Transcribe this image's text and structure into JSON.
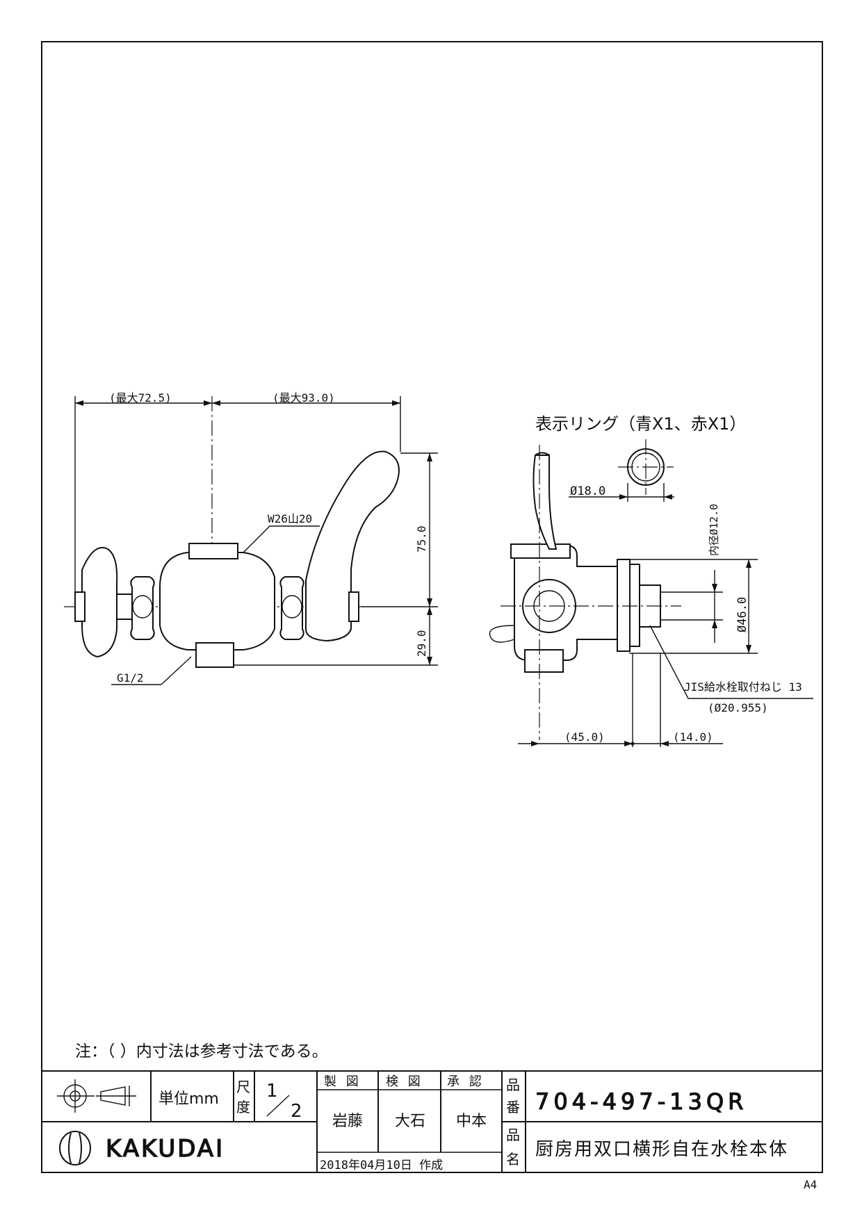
{
  "drawing": {
    "dimensions": {
      "max_left": "(最大72.5)",
      "max_right": "(最大93.0)",
      "height_75": "75.0",
      "height_29": "29.0",
      "thread_top": "W26山20",
      "thread_bottom": "G1/2"
    },
    "side_view": {
      "ring_note": "表示リング（青X1、赤X1）",
      "dia_18": "Ø18.0",
      "inner_dia_12": "内径Ø12.0",
      "dia_46": "Ø46.0",
      "jis_label": "JIS給水栓取付ねじ 13",
      "jis_dia": "(Ø20.955)",
      "dim_45": "(45.0)",
      "dim_14": "(14.0)"
    }
  },
  "note": "注：（ ）内寸法は参考寸法である。",
  "title_block": {
    "unit": "単位mm",
    "scale_label_1": "尺",
    "scale_label_2": "度",
    "scale_num": "1",
    "scale_den": "2",
    "drawn_label": "製 図",
    "checked_label": "検 図",
    "approved_label": "承 認",
    "drawn_by": "岩藤",
    "checked_by": "大石",
    "approved_by": "中本",
    "part_no_label_1": "品",
    "part_no_label_2": "番",
    "part_name_label_1": "品",
    "part_name_label_2": "名",
    "part_no": "704-497-13QR",
    "part_name": "厨房用双口横形自在水栓本体",
    "brand": "KAKUDAI",
    "date": "2018年04月10日 作成"
  },
  "paper_size": "A4"
}
